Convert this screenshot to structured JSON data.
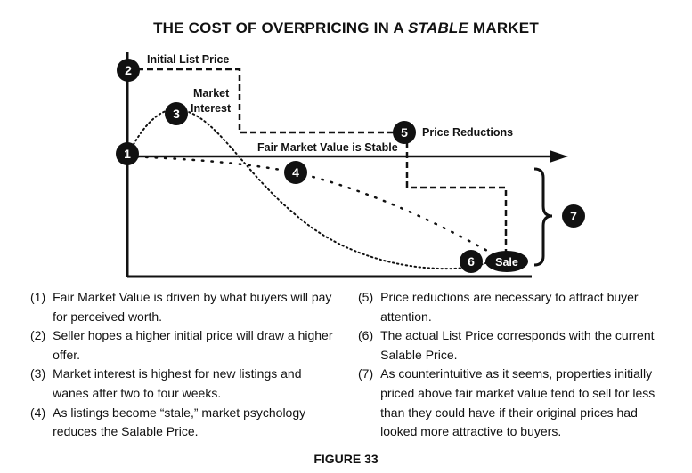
{
  "title": {
    "before": "THE COST OF OVERPRICING IN A ",
    "emph": "STABLE",
    "after": " MARKET"
  },
  "labels": {
    "initial_list_price": "Initial List Price",
    "market_interest_1": "Market",
    "market_interest_2": "Interest",
    "fair_market_value": "Fair Market Value is Stable",
    "price_reductions": "Price Reductions",
    "sale": "Sale"
  },
  "markers": [
    "1",
    "2",
    "3",
    "4",
    "5",
    "6",
    "7"
  ],
  "notes_left": [
    {
      "num": "(1)",
      "text": "Fair Market Value is driven by what buyers will pay for perceived worth."
    },
    {
      "num": "(2)",
      "text": "Seller hopes a higher initial price will draw a higher offer."
    },
    {
      "num": "(3)",
      "text": "Market interest is highest for new listings and wanes after two to four weeks."
    },
    {
      "num": "(4)",
      "text": "As listings become “stale,” market psychology reduces the Salable Price."
    }
  ],
  "notes_right": [
    {
      "num": "(5)",
      "text": "Price reductions are necessary to attract buyer attention."
    },
    {
      "num": "(6)",
      "text": "The actual List Price corresponds with the current Salable Price."
    },
    {
      "num": "(7)",
      "text": "As counterintuitive as it seems, properties initially priced above fair market value tend to sell for less than they could have if their original prices had looked more attractive to buyers."
    }
  ],
  "caption": "FIGURE 33",
  "colors": {
    "ink": "#111111",
    "background": "#ffffff"
  }
}
